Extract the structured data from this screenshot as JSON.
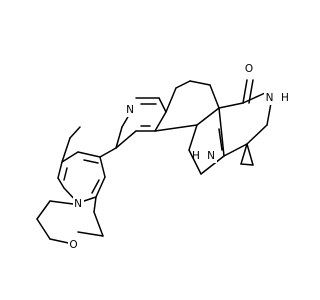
{
  "molecule": {
    "atom_labels": {
      "carbonyl_o": "O",
      "lactam_nh": "N",
      "lactam_h": "H",
      "pyridine_n": "N",
      "pyrrole_nh": "N",
      "pyrrole_h": "H",
      "oxazine_o": "O",
      "oxazine_n": "N"
    }
  },
  "colors": {
    "bond": "#000000",
    "label": "#000000",
    "background": "#ffffff"
  }
}
